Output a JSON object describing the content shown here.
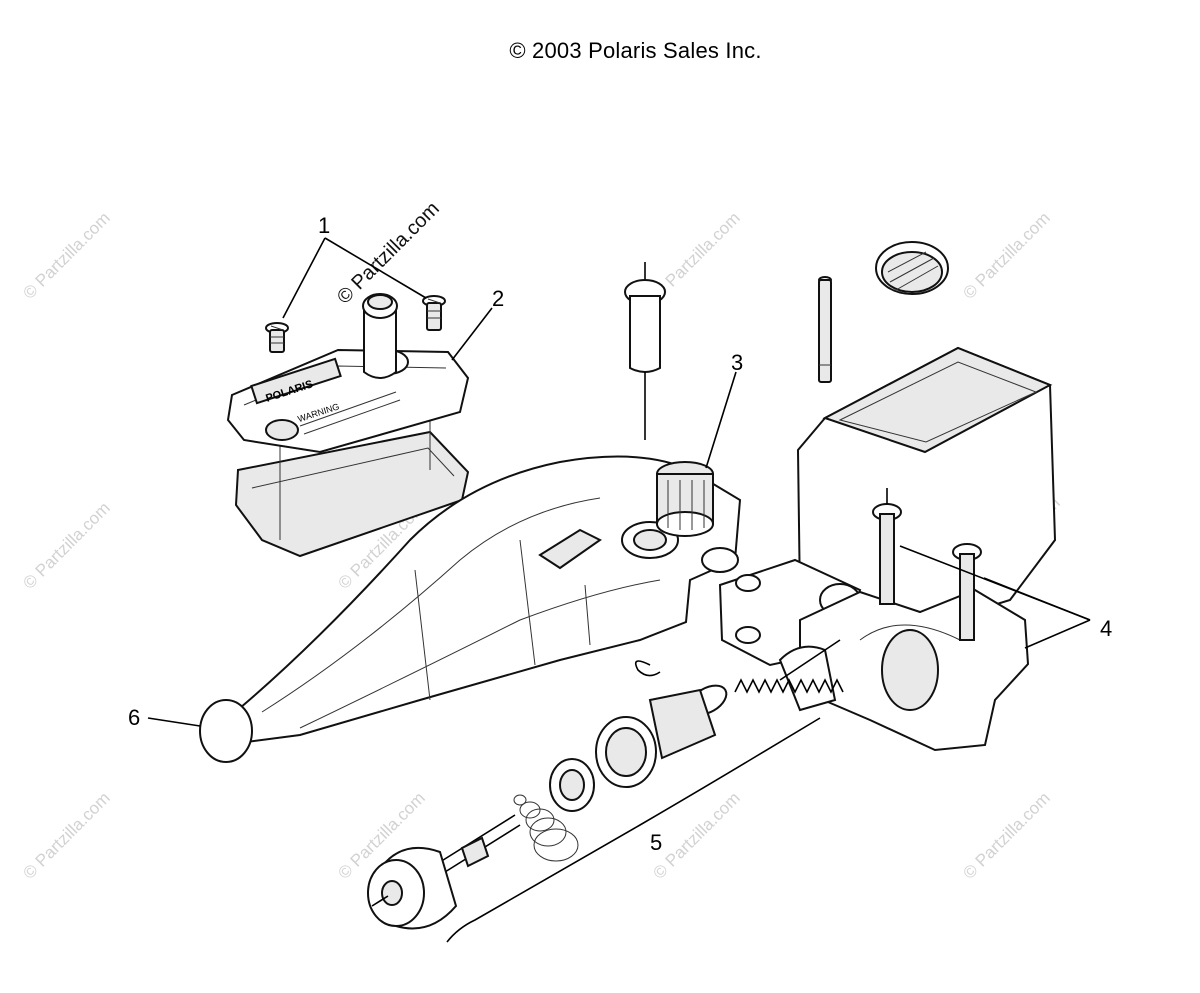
{
  "copyright": "© 2003 Polaris Sales Inc.",
  "watermark": "© Partzilla.com",
  "cover_text": {
    "brand": "POLARIS",
    "warning": "WARNING"
  },
  "callouts": {
    "c1": "1",
    "c2": "2",
    "c3": "3",
    "c4": "4",
    "c5": "5",
    "c6": "6"
  }
}
